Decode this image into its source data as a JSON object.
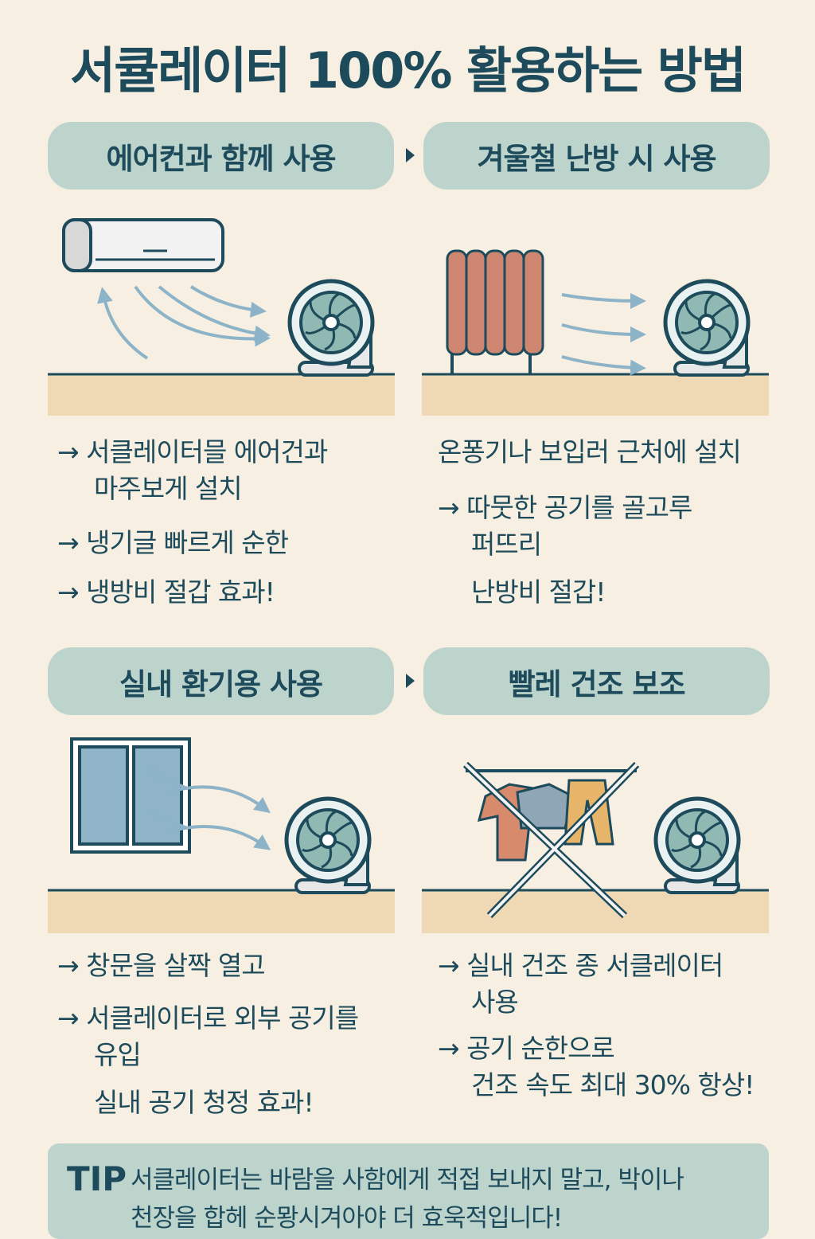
{
  "title": "서큘레이터 100% 활용하는 방법",
  "colors": {
    "background": "#f6efe2",
    "pill": "#bdd4cd",
    "text": "#1d4b5b",
    "floor": "#efd9b5",
    "arrow": "#8cb3c8"
  },
  "sections": [
    {
      "heading": "에어컨과 함께 사용",
      "illustration": "air-conditioner-and-fan",
      "lines": [
        "→ 서클레이터믈 에어건과",
        "마주보게 설치",
        "→ 냉기글 빠르게 순한",
        "→ 냉방비 절갑 효과!"
      ]
    },
    {
      "heading": "겨울철 난방 시 사용",
      "illustration": "radiator-and-fan",
      "lines": [
        "온퐁기나 보입러 근처에 설치",
        "→ 따뭇한 공기를 골고루",
        "퍼뜨리",
        "난방비 절갑!"
      ]
    },
    {
      "heading": "실내 환기용 사용",
      "illustration": "window-and-fan",
      "lines": [
        "→ 창문을 살짝 열고",
        "→ 서클레이터로 외부 공기를",
        "유입",
        "실내 공기 청정 효과!"
      ]
    },
    {
      "heading": "빨레 건조 보조",
      "illustration": "drying-rack-and-fan",
      "lines": [
        "→ 실내 건조 종 서클레이터",
        "사용",
        "→ 공기 순한으로",
        "건조 속도 최대 30% 항상!"
      ]
    }
  ],
  "tip": {
    "label": "TIP",
    "lines": [
      "서클레이터는 바람을 사함에게 적접 보내지 말고, 박이나",
      "천장을 합헤 순뫙시겨아야 더 효욱적입니다!"
    ]
  }
}
